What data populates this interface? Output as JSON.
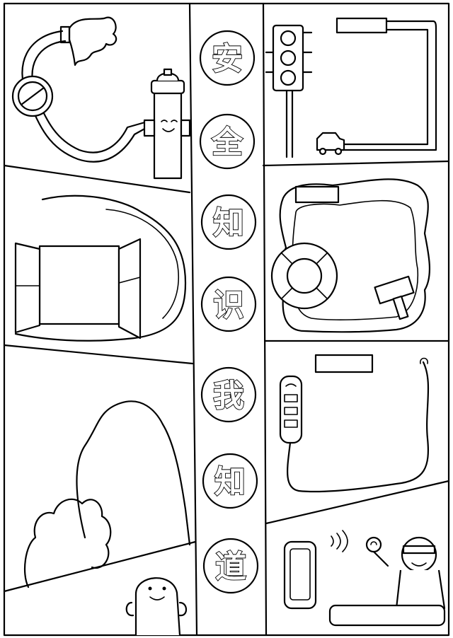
{
  "title_characters": [
    "安",
    "全",
    "知",
    "识",
    "我",
    "知",
    "道"
  ],
  "colors": {
    "ink": "#000000",
    "paper": "#ffffff"
  },
  "panels": [
    {
      "name": "fire-hydrant-panel",
      "icon": "fire-hydrant-with-hose"
    },
    {
      "name": "window-panel",
      "icon": "open-window"
    },
    {
      "name": "tree-panel",
      "icon": "tree-and-bush"
    },
    {
      "name": "traffic-light-panel",
      "icon": "traffic-light-and-car"
    },
    {
      "name": "water-safety-panel",
      "icon": "lifebuoy-and-hammer"
    },
    {
      "name": "electric-plug-panel",
      "icon": "plug-and-cable"
    },
    {
      "name": "phone-thief-panel",
      "icon": "phone-and-masked-thief"
    }
  ]
}
